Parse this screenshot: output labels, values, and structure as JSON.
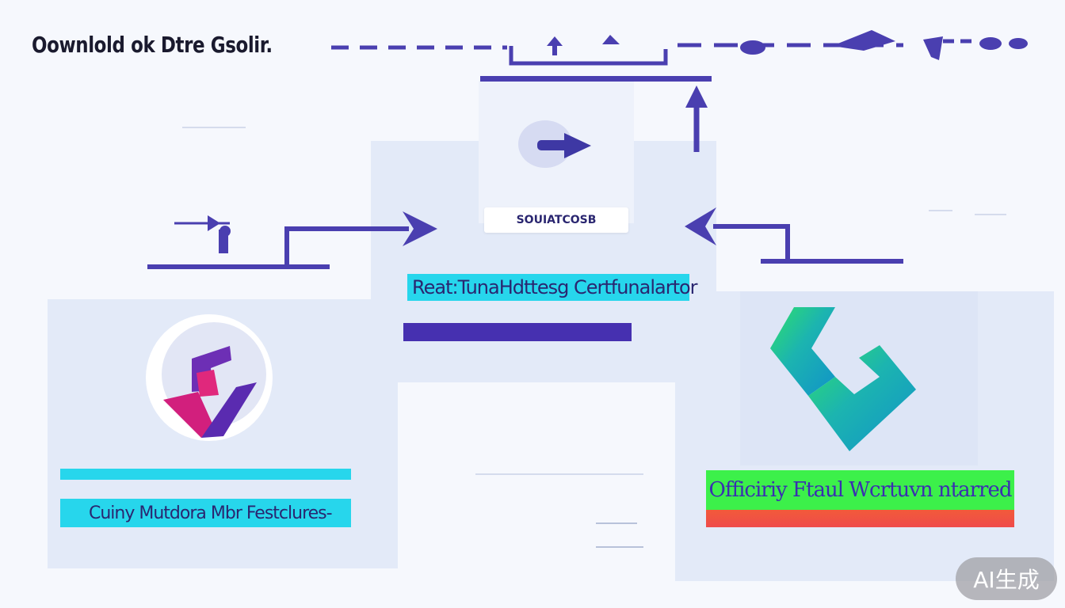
{
  "header": {
    "title": "Oownlold ok Dtre Gsolir."
  },
  "center_node": {
    "tag": "SOUIATCOSB",
    "label": "Reat:TunaHdttesg Certfunalartor"
  },
  "left_node": {
    "label": "Cuiny Mutdora Mbr Festclures-"
  },
  "right_node": {
    "label": "Officiriy Ftaul Wcrtuvn ntarred"
  },
  "watermark": {
    "label": "AI生成"
  },
  "colors": {
    "connector": "#4a3fb0",
    "cyan_label": "#27d6ec",
    "green_label": "#3cf04a",
    "red_band": "#ef4b4b",
    "panel": "#e3eaf8"
  },
  "icons": {
    "center": "play-arrow-icon",
    "left": "checkmark-logo-icon",
    "right": "teal-link-logo-icon"
  }
}
